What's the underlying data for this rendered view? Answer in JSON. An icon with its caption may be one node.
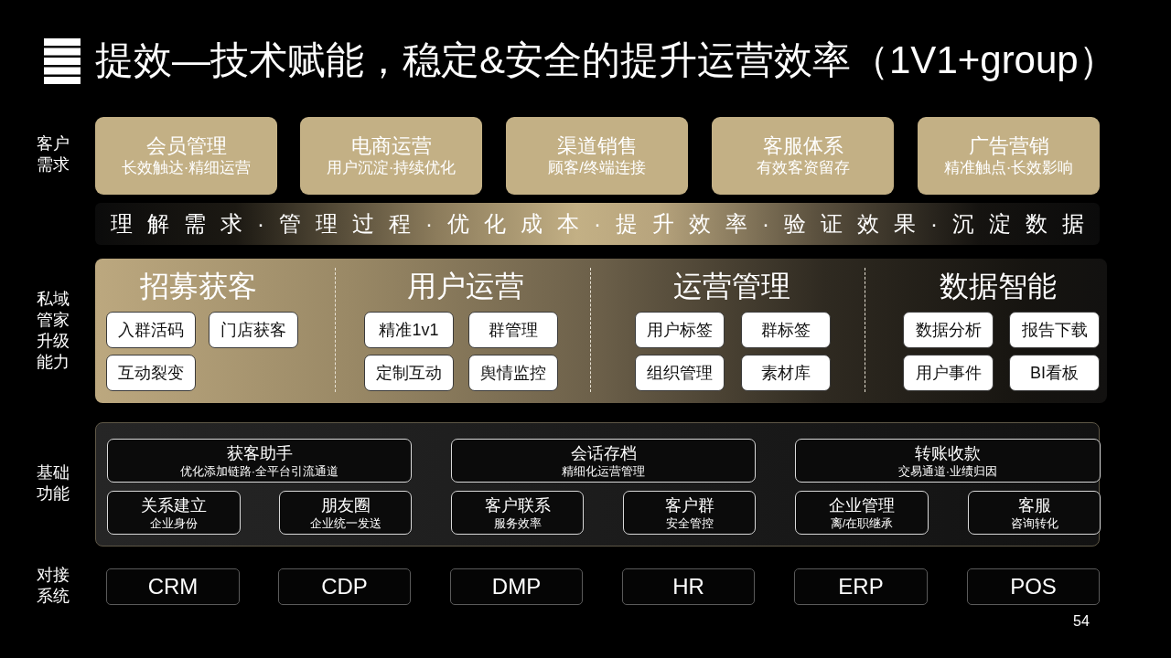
{
  "diagram": {
    "title": "提效—技术赋能，稳定&安全的提升运营效率（1V1+group）",
    "nodes": [
      {
        "text": [
          "会员管理",
          "长效触达·精细运营"
        ]
      },
      {
        "text": [
          "电商运营",
          "用户沉淀·持续优化"
        ]
      },
      {
        "text": [
          "渠道销售",
          "顾客/终端连接"
        ]
      },
      {
        "text": [
          "客服体系",
          "有效客资留存"
        ]
      },
      {
        "text": [
          "广告营销",
          "精准触点·长效影响"
        ]
      },
      {
        "text": [
          "理解需求·管理过程·优化成本·提升效率·验证效果·沉淀数据"
        ]
      },
      {
        "text": [],
        "shape": "box"
      },
      {
        "text": [
          "招募获客"
        ],
        "in": 6
      },
      {
        "text": [
          "入群活码"
        ],
        "in": 7
      },
      {
        "text": [
          "门店获客"
        ],
        "in": 7
      },
      {
        "text": [
          "互动裂变"
        ],
        "in": 7
      },
      {
        "text": [
          "用户运营"
        ],
        "in": 6
      },
      {
        "text": [
          "精准1v1"
        ],
        "in": 11
      },
      {
        "text": [
          "群管理"
        ],
        "in": 11
      },
      {
        "text": [
          "定制互动"
        ],
        "in": 11
      },
      {
        "text": [
          "舆情监控"
        ],
        "in": 11
      },
      {
        "text": [
          "运营管理"
        ],
        "in": 6
      },
      {
        "text": [
          "用户标签"
        ],
        "in": 16
      },
      {
        "text": [
          "群标签"
        ],
        "in": 16
      },
      {
        "text": [
          "组织管理"
        ],
        "in": 16
      },
      {
        "text": [
          "素材库"
        ],
        "in": 16
      },
      {
        "text": [
          "数据智能"
        ],
        "in": 6
      },
      {
        "text": [
          "数据分析"
        ],
        "in": 21
      },
      {
        "text": [
          "报告下载"
        ],
        "in": 21
      },
      {
        "text": [
          "用户事件"
        ],
        "in": 21
      },
      {
        "text": [
          "BI看板"
        ],
        "in": 21
      },
      {
        "text": [],
        "shape": "box"
      },
      {
        "text": [
          "获客助手",
          "优化添加链路·全平台引流通道"
        ],
        "in": 26
      },
      {
        "text": [
          "会话存档",
          "精细化运营管理"
        ],
        "in": 26
      },
      {
        "text": [
          "转账收款",
          "交易通道·业绩归因"
        ],
        "in": 26
      },
      {
        "text": [
          "关系建立",
          "企业身份"
        ],
        "in": 26
      },
      {
        "text": [
          "朋友圈",
          "企业统一发送"
        ],
        "in": 26
      },
      {
        "text": [
          "客户联系",
          "服务效率"
        ],
        "in": 26
      },
      {
        "text": [
          "客户群",
          "安全管控"
        ],
        "in": 26
      },
      {
        "text": [
          "企业管理",
          "离/在职继承"
        ],
        "in": 26
      },
      {
        "text": [
          "客服",
          "咨询转化"
        ],
        "in": 26
      },
      {
        "text": [
          "CRM"
        ]
      },
      {
        "text": [
          "CDP"
        ]
      },
      {
        "text": [
          "DMP"
        ]
      },
      {
        "text": [
          "HR"
        ]
      },
      {
        "text": [
          "ERP"
        ]
      },
      {
        "text": [
          "POS"
        ]
      }
    ],
    "labels": [
      "客户需求",
      "私域管家升级能力",
      "基础功能",
      "对接系统",
      "54"
    ]
  }
}
